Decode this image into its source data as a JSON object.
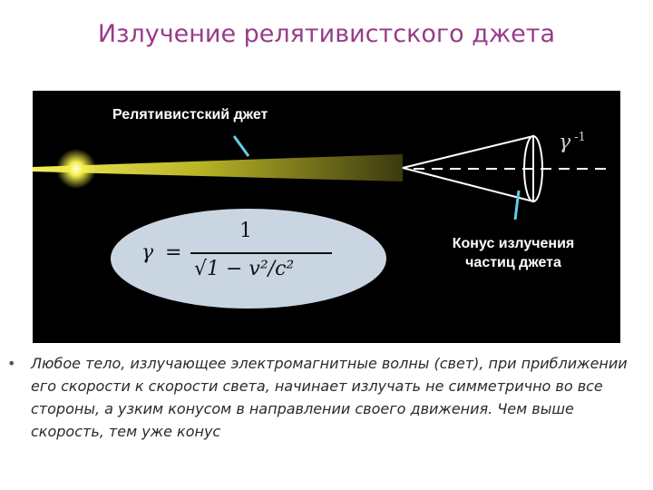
{
  "title": "Излучение релятивистского джета",
  "figure": {
    "jet_label": "Релятивистский джет",
    "cone_label_line1": "Конус излучения",
    "cone_label_line2": "частиц джета",
    "gamma_symbol": "γ",
    "gamma_exponent": "-1",
    "formula": {
      "lhs": "γ",
      "equals": "=",
      "numerator": "1",
      "denominator": "√1 − v²/c²"
    },
    "colors": {
      "jet_yellow": "#e8e43a",
      "pointer_cyan": "#5fd0e6",
      "ellipse": "#c9d6e2",
      "background": "#000000"
    }
  },
  "bullet": {
    "icon": "bullet-dot",
    "text": "Любое тело, излучающее электромагнитные волны (свет), при приближении его скорости к скорости света, начинает излучать не симметрично во все стороны, а узким конусом в направлении своего движения. Чем выше скорость, тем уже конус"
  }
}
